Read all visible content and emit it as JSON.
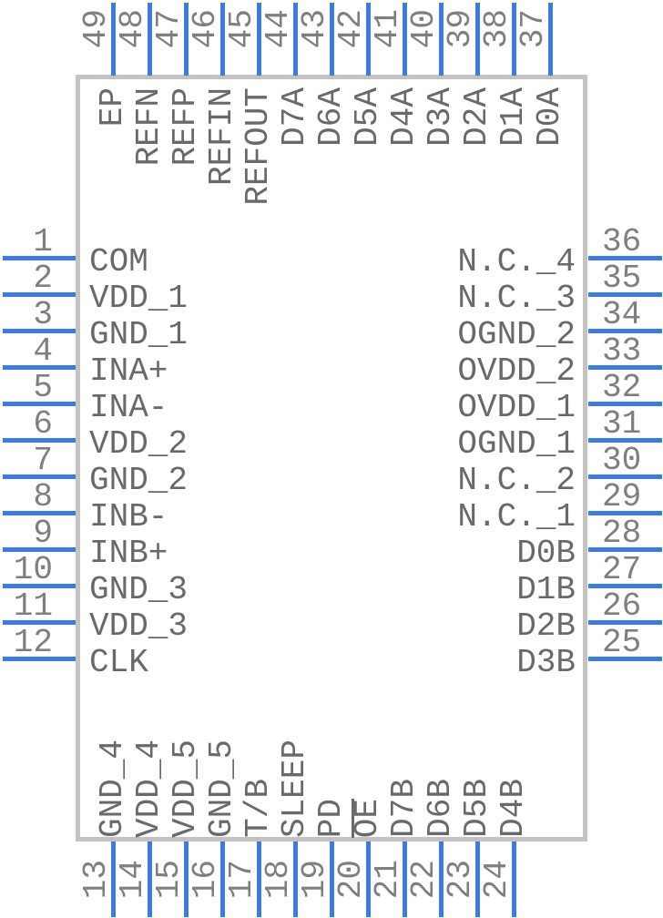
{
  "diagram": {
    "kind": "ic-package-pinout",
    "pin_count_labels_visible": 49
  },
  "style": {
    "pin_color": "#3c7be0",
    "body_border_color": "#c3c3c3",
    "pin_name_color": "#696969",
    "pin_number_color": "#7f7f7f",
    "background_color": "#ffffff"
  },
  "pins": {
    "left": [
      {
        "number": "1",
        "name": "COM"
      },
      {
        "number": "2",
        "name": "VDD_1"
      },
      {
        "number": "3",
        "name": "GND_1"
      },
      {
        "number": "4",
        "name": "INA+"
      },
      {
        "number": "5",
        "name": "INA-"
      },
      {
        "number": "6",
        "name": "VDD_2"
      },
      {
        "number": "7",
        "name": "GND_2"
      },
      {
        "number": "8",
        "name": "INB-"
      },
      {
        "number": "9",
        "name": "INB+"
      },
      {
        "number": "10",
        "name": "GND_3"
      },
      {
        "number": "11",
        "name": "VDD_3"
      },
      {
        "number": "12",
        "name": "CLK"
      }
    ],
    "right": [
      {
        "number": "36",
        "name": "N.C._4"
      },
      {
        "number": "35",
        "name": "N.C._3"
      },
      {
        "number": "34",
        "name": "OGND_2"
      },
      {
        "number": "33",
        "name": "OVDD_2"
      },
      {
        "number": "32",
        "name": "OVDD_1"
      },
      {
        "number": "31",
        "name": "OGND_1"
      },
      {
        "number": "30",
        "name": "N.C._2"
      },
      {
        "number": "29",
        "name": "N.C._1"
      },
      {
        "number": "28",
        "name": "D0B"
      },
      {
        "number": "27",
        "name": "D1B"
      },
      {
        "number": "26",
        "name": "D2B"
      },
      {
        "number": "25",
        "name": "D3B"
      }
    ],
    "top": [
      {
        "number": "49",
        "name": "EP"
      },
      {
        "number": "48",
        "name": "REFN"
      },
      {
        "number": "47",
        "name": "REFP"
      },
      {
        "number": "46",
        "name": "REFIN"
      },
      {
        "number": "45",
        "name": "REFOUT"
      },
      {
        "number": "44",
        "name": "D7A"
      },
      {
        "number": "43",
        "name": "D6A"
      },
      {
        "number": "42",
        "name": "D5A"
      },
      {
        "number": "41",
        "name": "D4A"
      },
      {
        "number": "40",
        "name": "D3A"
      },
      {
        "number": "39",
        "name": "D2A"
      },
      {
        "number": "38",
        "name": "D1A"
      },
      {
        "number": "37",
        "name": "D0A"
      }
    ],
    "bottom": [
      {
        "number": "13",
        "name": "GND_4"
      },
      {
        "number": "14",
        "name": "VDD_4"
      },
      {
        "number": "15",
        "name": "VDD_5"
      },
      {
        "number": "16",
        "name": "GND_5"
      },
      {
        "number": "17",
        "name": "T/B"
      },
      {
        "number": "18",
        "name": "SLEEP"
      },
      {
        "number": "19",
        "name": "PD"
      },
      {
        "number": "20",
        "name": "OE",
        "overline": true
      },
      {
        "number": "21",
        "name": "D7B"
      },
      {
        "number": "22",
        "name": "D6B"
      },
      {
        "number": "23",
        "name": "D5B"
      },
      {
        "number": "24",
        "name": "D4B"
      }
    ]
  }
}
